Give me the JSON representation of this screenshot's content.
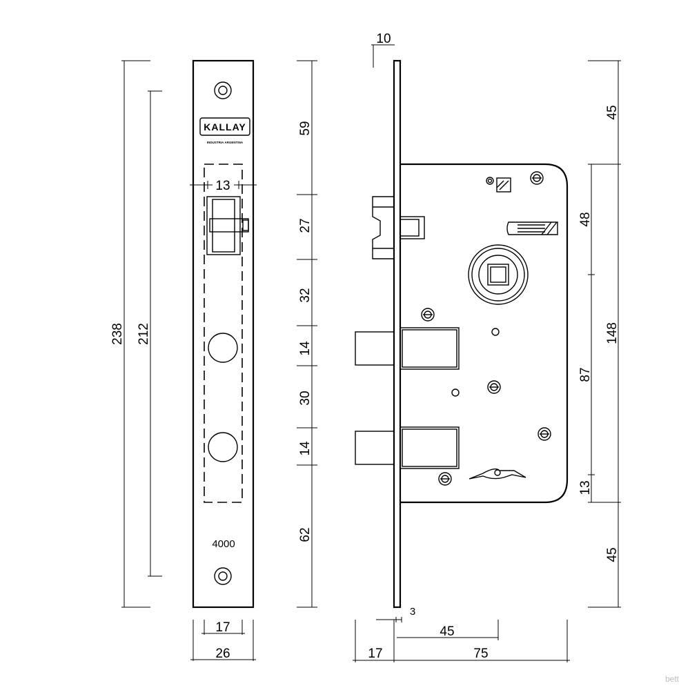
{
  "faceplate": {
    "brand": "KALLAY",
    "tagline": "INDUSTRIA ARGENTINA",
    "model": "4000"
  },
  "dimensions": {
    "overall_height": "238",
    "screw_spacing": "212",
    "plate_width": "26",
    "plate_inner_width": "17",
    "latch_width": "13",
    "seg_top": "59",
    "seg_latch": "27",
    "seg_gap1": "32",
    "seg_bolt1": "14",
    "seg_gap2": "30",
    "seg_bolt2": "14",
    "seg_bottom": "62",
    "plate_thickness": "10",
    "backset_offset": "3",
    "backset": "45",
    "bolt_projection": "17",
    "case_depth": "75",
    "right_top": "45",
    "right_latch_to_spindle": "48",
    "right_case_height": "148",
    "right_spindle_to_key": "87",
    "right_bottom_offset": "13",
    "right_bottom": "45"
  },
  "watermark": "bett"
}
